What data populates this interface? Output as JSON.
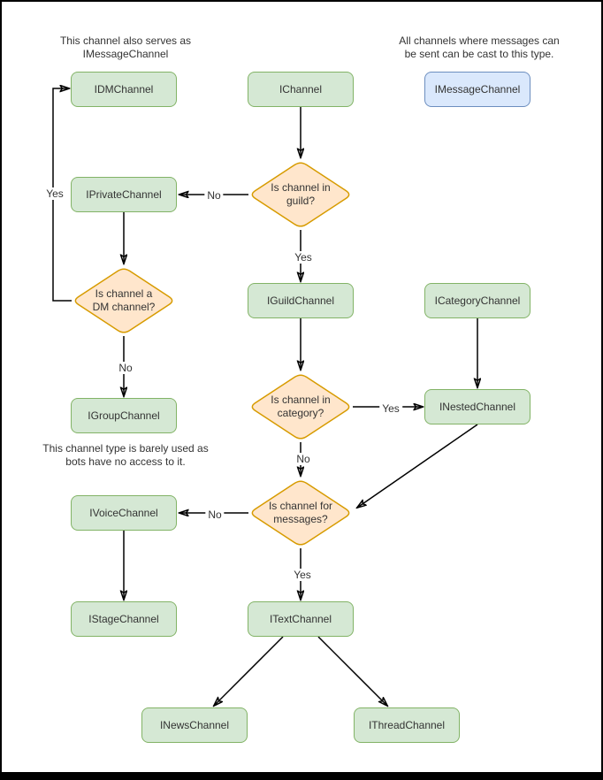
{
  "colors": {
    "channel_node_fill": "#d5e8d4",
    "channel_node_border": "#82b366",
    "message_node_fill": "#dae8fc",
    "message_node_border": "#6c8ebf",
    "decision_fill": "#ffe6cc",
    "decision_border": "#d79b00",
    "edge_color": "#000000"
  },
  "nodes": {
    "idmchannel": "IDMChannel",
    "ichannel": "IChannel",
    "imessagechannel": "IMessageChannel",
    "iprivatechannel": "IPrivateChannel",
    "iguildchannel": "IGuildChannel",
    "icategorychannel": "ICategoryChannel",
    "igroupchannel": "IGroupChannel",
    "inestedchannel": "INestedChannel",
    "ivoicechannel": "IVoiceChannel",
    "istagechannel": "IStageChannel",
    "itextchannel": "ITextChannel",
    "inewschannel": "INewsChannel",
    "ithreadchannel": "IThreadChannel"
  },
  "decisions": {
    "in_guild": "Is channel in\nguild?",
    "is_dm": "Is channel a\nDM channel?",
    "in_category": "Is channel in\ncategory?",
    "for_messages": "Is channel for\nmessages?"
  },
  "annotations": {
    "dm_note": "This channel also serves as\nIMessageChannel",
    "message_note": "All channels where messages can\nbe sent can be cast to this type.",
    "group_note": "This channel type is barely used as\nbots have no access to it."
  },
  "edge_labels": {
    "guild_no": "No",
    "guild_yes": "Yes",
    "dm_yes": "Yes",
    "dm_no": "No",
    "category_yes": "Yes",
    "category_no": "No",
    "messages_no": "No",
    "messages_yes": "Yes"
  }
}
